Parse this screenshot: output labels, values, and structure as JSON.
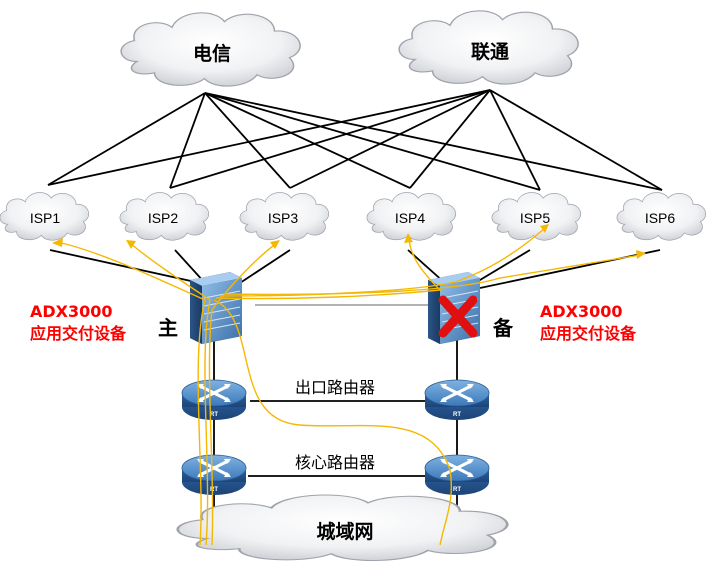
{
  "carriers": {
    "telecom": "电信",
    "unicom": "联通"
  },
  "isps": [
    "ISP1",
    "ISP2",
    "ISP3",
    "ISP4",
    "ISP5",
    "ISP6"
  ],
  "adx": {
    "left_model": "ADX3000",
    "left_desc": "应用交付设备",
    "right_model": "ADX3000",
    "right_desc": "应用交付设备",
    "primary": "主",
    "backup": "备"
  },
  "routers": {
    "egress": "出口路由器",
    "core": "核心路由器",
    "icon_text": "RT"
  },
  "metro": "城域网",
  "colors": {
    "traffic_path": "#f5b800",
    "failure_mark": "#e01010",
    "device_blue": "#3f7fc0",
    "label_red": "#ff0000"
  },
  "icons": {
    "cloud": "cloud-icon",
    "switch": "adx-appliance-icon",
    "router": "router-icon",
    "failure": "x-mark-icon"
  }
}
